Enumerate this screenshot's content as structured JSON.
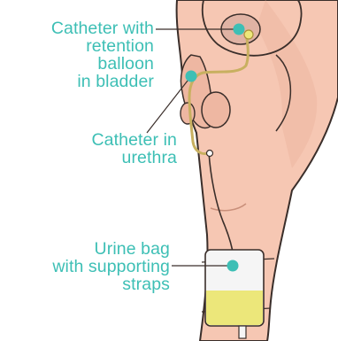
{
  "figure": {
    "labels": {
      "catheter_bladder": "Catheter with\nretention\nballoon\nin bladder",
      "catheter_urethra": "Catheter in\nurethra",
      "urine_bag": "Urine bag\nwith supporting\nstraps"
    }
  },
  "colors": {
    "label_text": "#3dbfb5",
    "skin": "#f6c7b3",
    "skin_shadow": "#e9a893",
    "outline": "#3a2e2a",
    "tube": "#c8b060",
    "urine": "#ece77a",
    "bag": "#f5f5f5",
    "accent_teal": "#3dbfb5",
    "bladder_tissue": "#e0b3a4"
  }
}
